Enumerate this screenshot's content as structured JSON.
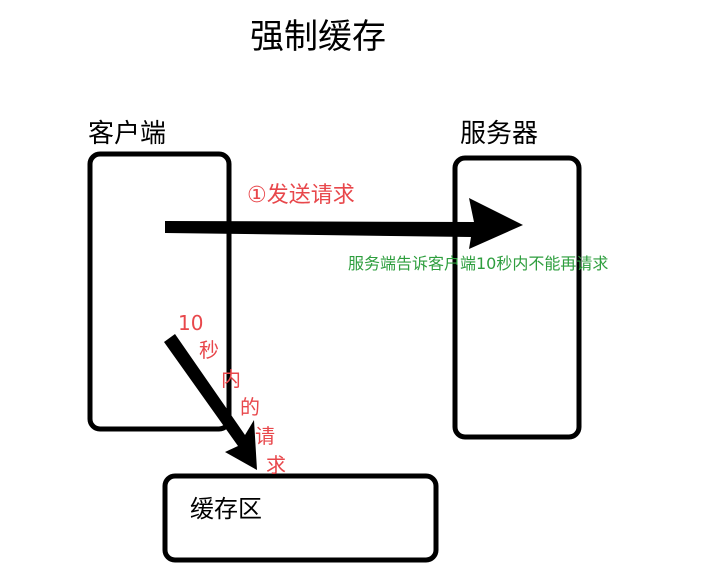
{
  "title": "强制缓存",
  "nodes": {
    "client": "客户端",
    "server": "服务器",
    "cache": "缓存区"
  },
  "edges": {
    "request": "①发送请求",
    "server_note": "服务端告诉客户端10秒内不能再请求",
    "cache_note_lines": [
      "10",
      "秒",
      "内",
      "的",
      "请",
      "求"
    ]
  },
  "colors": {
    "request_label": "#e8474b",
    "server_note": "#2e9e3e",
    "cache_note": "#e8474b",
    "stroke": "#000000"
  }
}
